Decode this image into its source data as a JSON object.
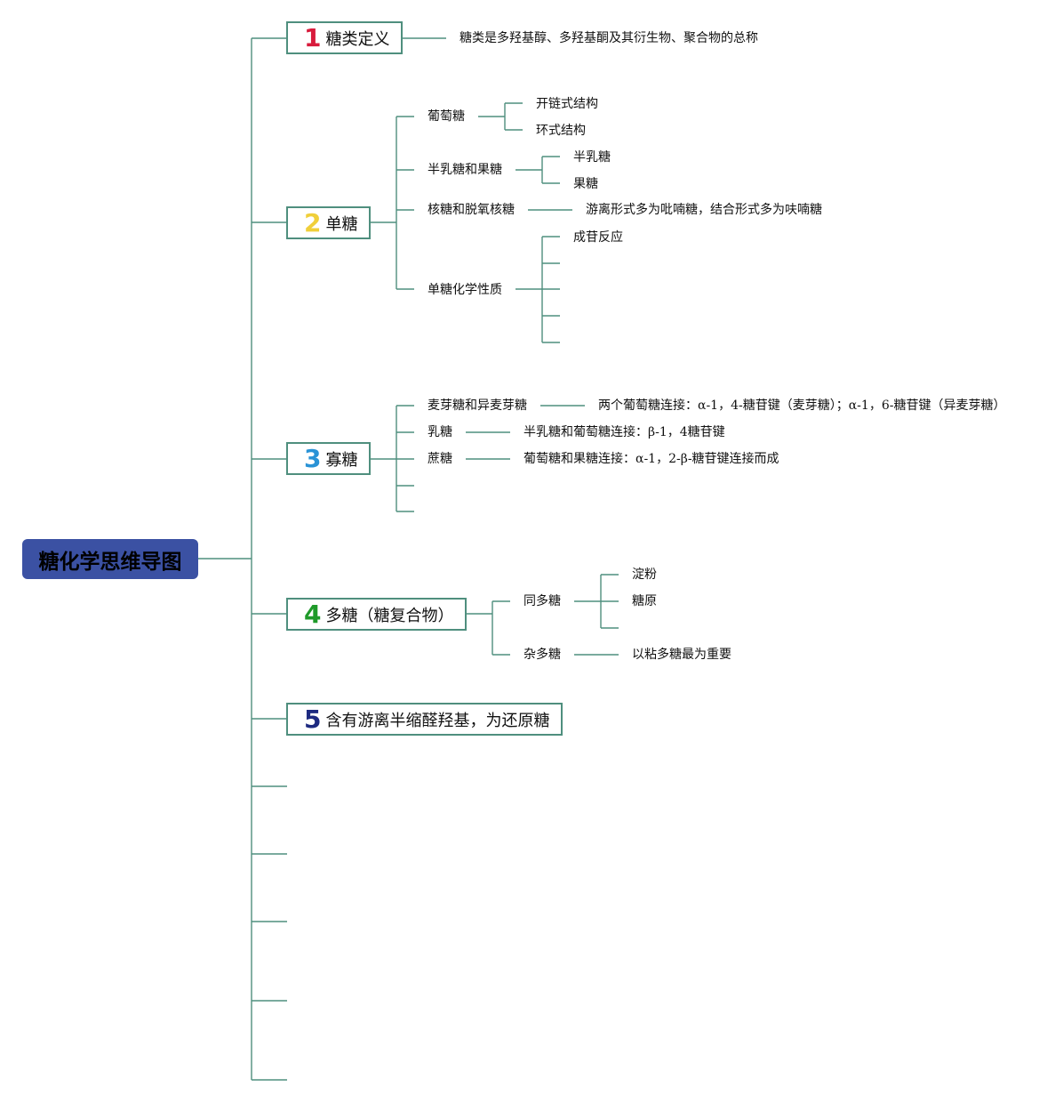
{
  "root": {
    "title": "糖化学思维导图"
  },
  "topics": [
    {
      "num": "1",
      "num_color": "#d81b3c",
      "label": "糖类定义"
    },
    {
      "num": "2",
      "num_color": "#f0cf3a",
      "label": "单糖"
    },
    {
      "num": "3",
      "num_color": "#2a93d6",
      "label": "寡糖"
    },
    {
      "num": "4",
      "num_color": "#1f9a2a",
      "label": "多糖（糖复合物）"
    },
    {
      "num": "5",
      "num_color": "#1d2a80",
      "label": "含有游离半缩醛羟基，为还原糖"
    }
  ],
  "definition": "糖类是多羟基醇、多羟基酮及其衍生物、聚合物的总称",
  "mono": {
    "glucose": "葡萄糖",
    "open_chain": "开链式结构",
    "ring": "环式结构",
    "gal_fru": "半乳糖和果糖",
    "galactose": "半乳糖",
    "fructose": "果糖",
    "ribose": "核糖和脱氧核糖",
    "ribose_note": "游离形式多为吡喃糖，结合形式多为呋喃糖",
    "chem": "单糖化学性质",
    "glycoside": "成苷反应"
  },
  "oligo": {
    "maltose": "麦芽糖和异麦芽糖",
    "maltose_note": "两个葡萄糖连接：α-1，4-糖苷键（麦芽糖）；α-1，6-糖苷键（异麦芽糖）",
    "lactose": "乳糖",
    "lactose_note": "半乳糖和葡萄糖连接：β-1，4糖苷键",
    "sucrose": "蔗糖",
    "sucrose_note": "葡萄糖和果糖连接：α-1，2-β-糖苷键连接而成"
  },
  "poly": {
    "homo": "同多糖",
    "starch": "淀粉",
    "glycogen": "糖原",
    "hetero": "杂多糖",
    "hetero_note": "以粘多糖最为重要"
  }
}
